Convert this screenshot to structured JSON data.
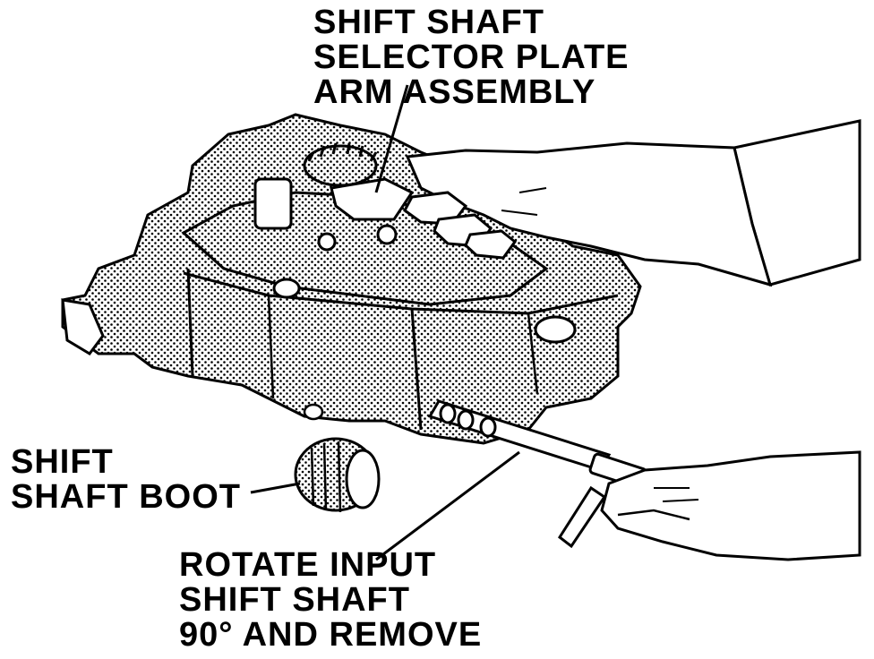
{
  "labels": {
    "selector_plate": [
      "SHIFT SHAFT",
      "SELECTOR PLATE",
      "ARM ASSEMBLY"
    ],
    "boot": [
      "SHIFT",
      "SHAFT BOOT"
    ],
    "rotate": [
      "ROTATE INPUT",
      "SHIFT SHAFT",
      "90° AND REMOVE"
    ]
  },
  "colors": {
    "ink": "#000000",
    "paper": "#ffffff"
  }
}
